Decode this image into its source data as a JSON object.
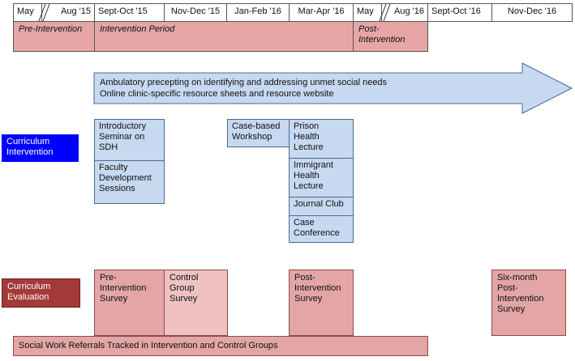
{
  "timeline": {
    "periods": [
      "May",
      "Aug '15",
      "Sept-Oct '15",
      "Nov-Dec '15",
      "Jan-Feb '16",
      "Mar-Apr '16",
      "May",
      "Aug '16",
      "Sept-Oct '16",
      "Nov-Dec '16"
    ],
    "phases": {
      "pre": "Pre-Intervention",
      "intervention": "Intervention Period",
      "post": "Post-\nIntervention"
    }
  },
  "arrow": {
    "line1": "Ambulatory precepting on identifying and addressing unmet social needs",
    "line2": "Online clinic-specific resource sheets and resource website"
  },
  "curriculum_intervention": {
    "label": "Curriculum\nIntervention",
    "color": "#0000ff",
    "boxes": {
      "introductory": "Introductory\nSeminar on\nSDH",
      "faculty": "Faculty\nDevelopment\nSessions",
      "case_workshop": "Case-based\nWorkshop",
      "prison": "Prison\nHealth\nLecture",
      "immigrant": "Immigrant\nHealth\nLecture",
      "journal": "Journal Club",
      "case_conf": "Case\nConference"
    }
  },
  "curriculum_evaluation": {
    "label": "Curriculum\nEvaluation",
    "color": "#a33a3a",
    "boxes": {
      "pre_survey": "Pre-\nIntervention\nSurvey",
      "control_survey": "Control\nGroup\nSurvey",
      "post_survey": "Post-\nIntervention\nSurvey",
      "six_month": "Six-month\nPost-\nIntervention\nSurvey"
    },
    "referrals": "Social Work Referrals Tracked in Intervention and Control Groups"
  }
}
